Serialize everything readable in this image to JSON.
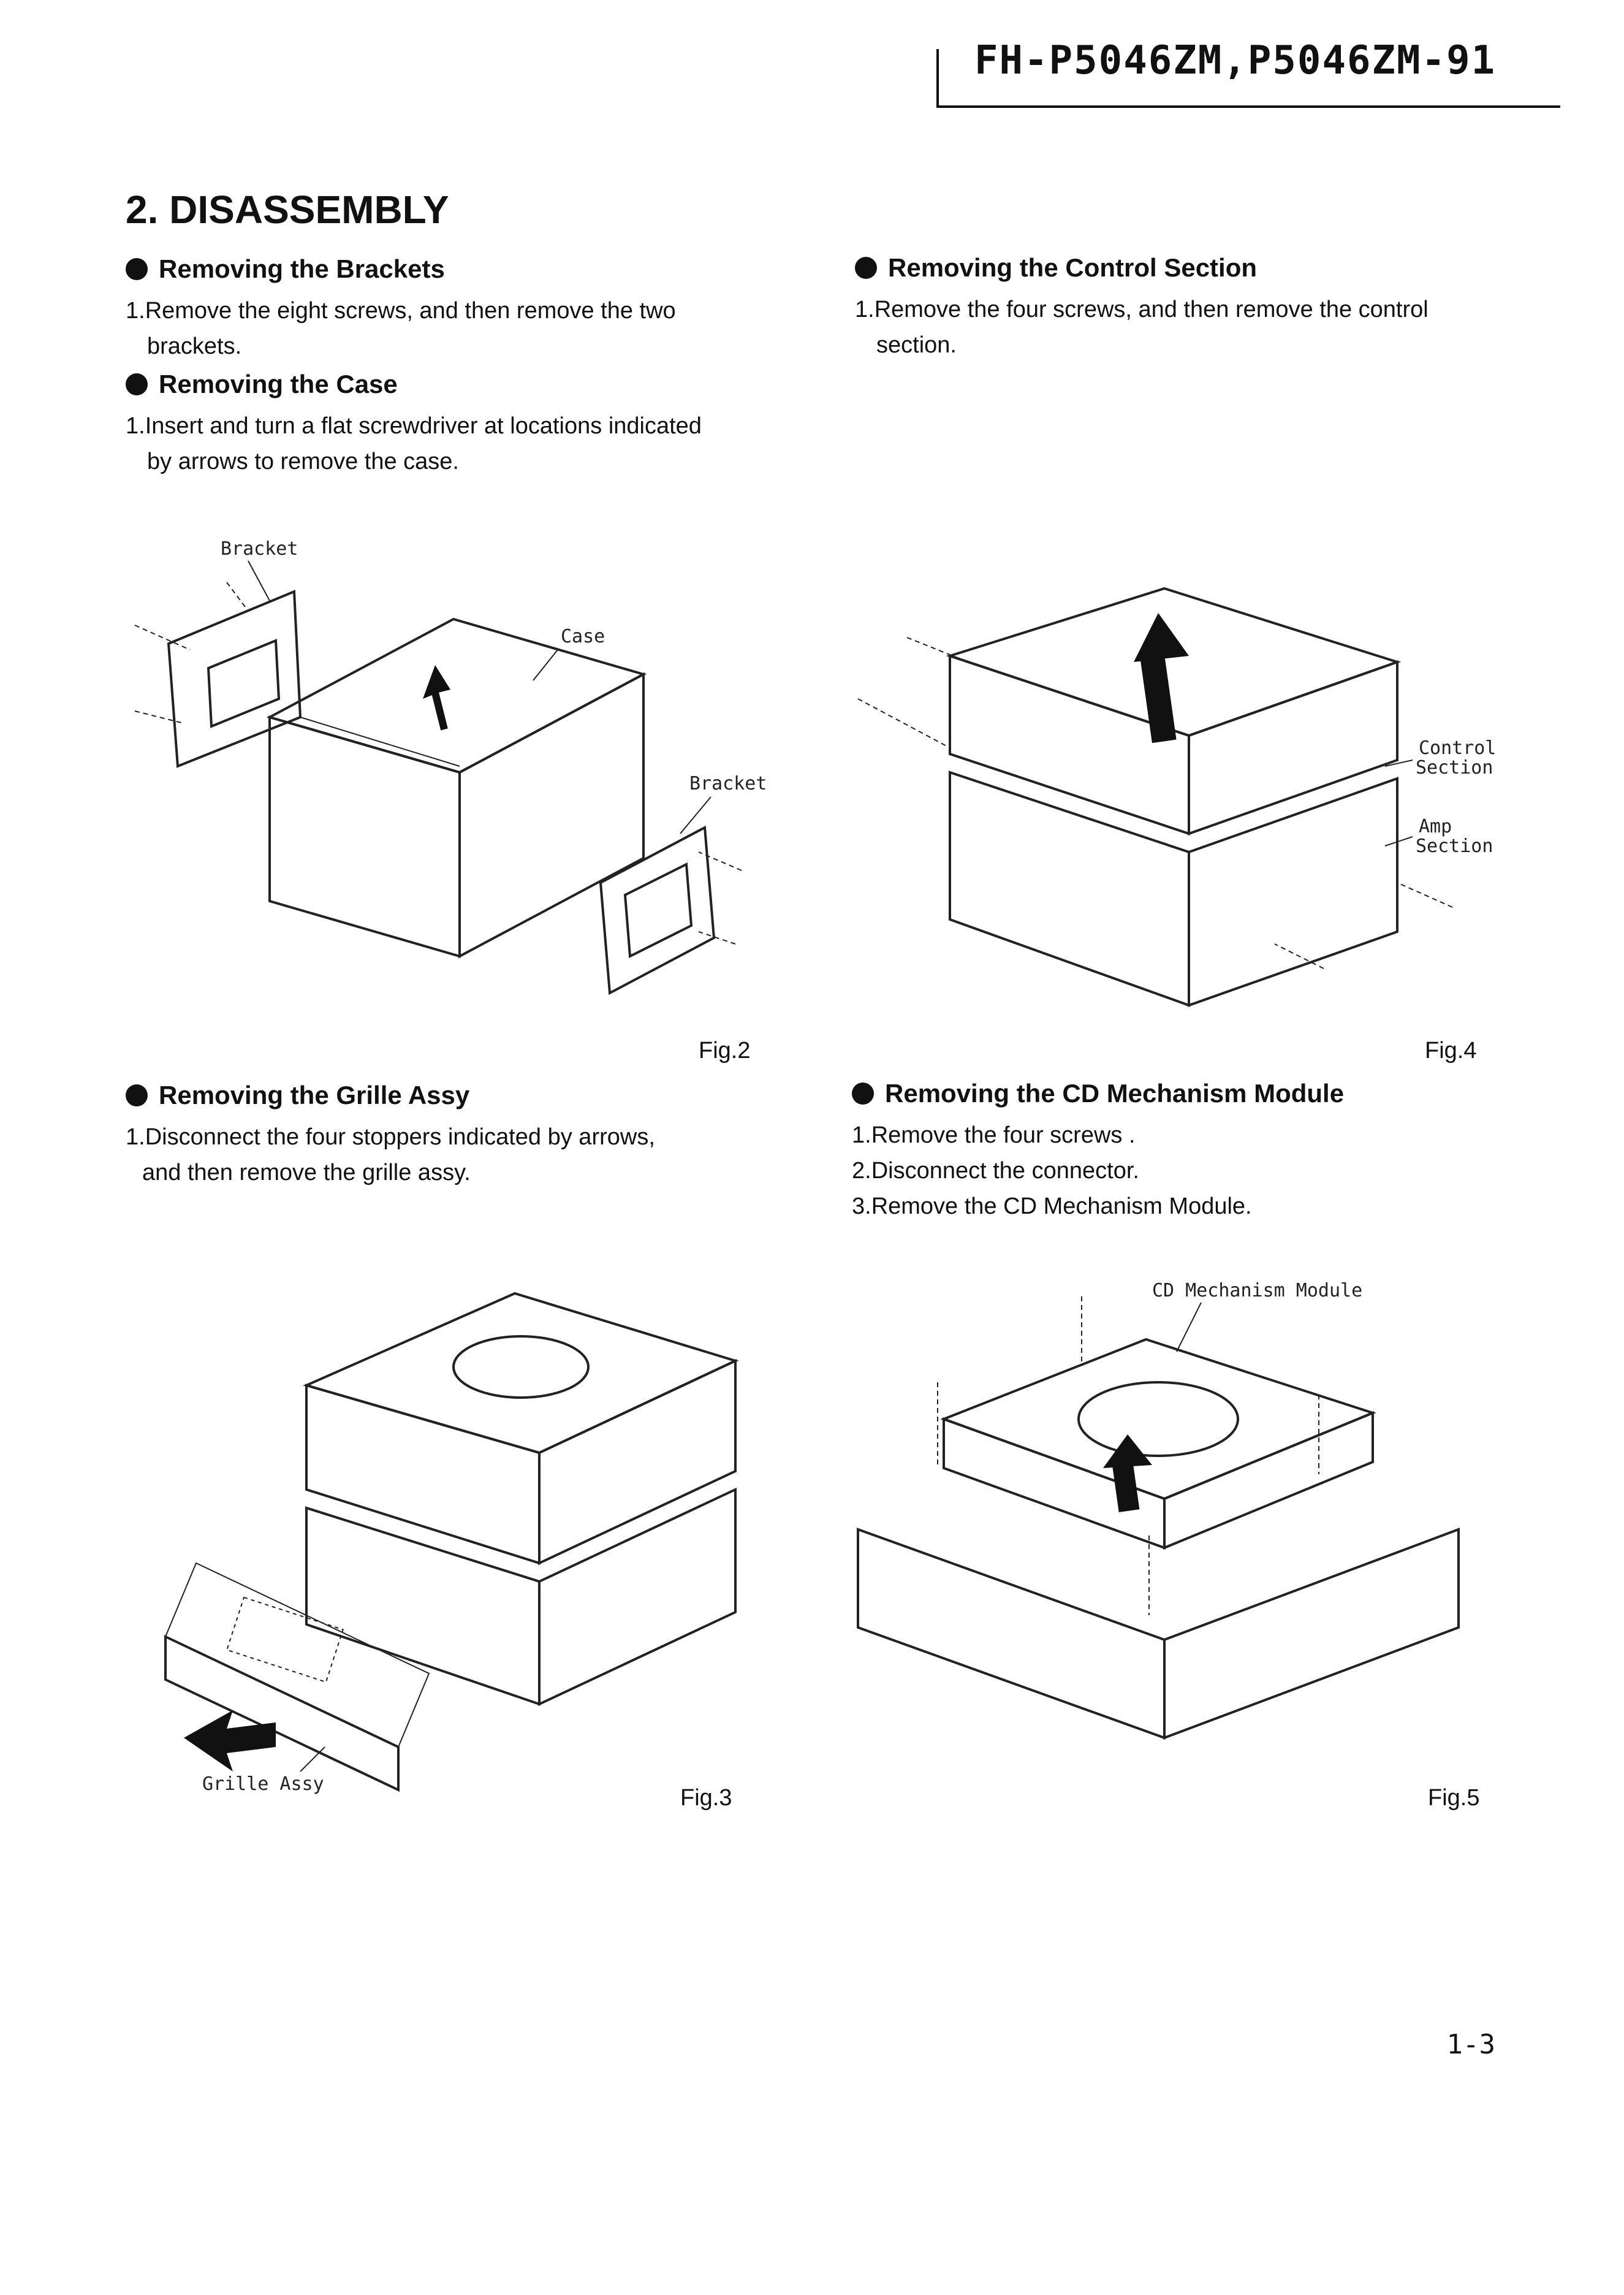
{
  "header": {
    "model": "FH-P5046ZM,P5046ZM-91"
  },
  "section_title": "2. DISASSEMBLY",
  "sections": {
    "brackets": {
      "title": "Removing the Brackets",
      "steps": [
        "1.Remove the eight screws, and then remove the two",
        "brackets."
      ]
    },
    "case": {
      "title": "Removing the Case",
      "steps": [
        "1.Insert and turn a flat screwdriver at locations indicated",
        "by arrows to remove the case."
      ]
    },
    "control": {
      "title": "Removing the Control Section",
      "steps": [
        "1.Remove the four screws, and then remove the control",
        "section."
      ]
    },
    "grille": {
      "title": "Removing the Grille Assy",
      "steps": [
        "1.Disconnect the four stoppers indicated by arrows,",
        "and then remove the grille assy."
      ]
    },
    "cd": {
      "title": "Removing the CD Mechanism Module",
      "steps": [
        "1.Remove the four screws .",
        "2.Disconnect the connector.",
        "3.Remove the CD Mechanism Module."
      ]
    }
  },
  "figures": {
    "fig2": {
      "label": "Fig.2",
      "callouts": {
        "bracket_top": "Bracket",
        "case": "Case",
        "bracket_right": "Bracket"
      }
    },
    "fig3": {
      "label": "Fig.3",
      "callouts": {
        "grille": "Grille Assy"
      }
    },
    "fig4": {
      "label": "Fig.4",
      "callouts": {
        "control_1": "Control",
        "control_2": "Section",
        "amp_1": "Amp",
        "amp_2": "Section"
      }
    },
    "fig5": {
      "label": "Fig.5",
      "callouts": {
        "module": "CD Mechanism Module"
      }
    }
  },
  "page_number": "1-3"
}
